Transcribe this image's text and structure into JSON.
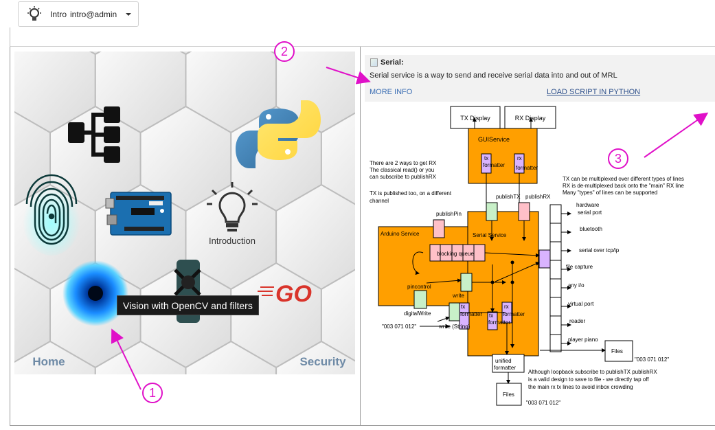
{
  "header": {
    "user_label": "Intro",
    "user_name": "intro@admin"
  },
  "tiles": {
    "introduction_label": "Introduction",
    "home_label": "Home",
    "security_label": "Security",
    "go_label": "GO"
  },
  "tooltip": "Vision with OpenCV and filters",
  "service": {
    "title": "Serial:",
    "description": "Serial service is a way to send and receive serial data into and out of MRL",
    "more_info": "MORE INFO",
    "load_script": "LOAD SCRIPT IN PYTHON"
  },
  "diagram": {
    "tx_display": "TX Display",
    "rx_display": "RX Display",
    "gui_service": "GUIService",
    "tx_fmt_1": "tx",
    "tx_fmt_2": "formatter",
    "rx_fmt_1": "rx",
    "rx_fmt_2": "formatter",
    "note_rx_1": "There are 2 ways to get RX",
    "note_rx_2": "The classical read() or you",
    "note_rx_3": "can subscribe to publishRX",
    "note_tx_1": "TX is published too, on a different",
    "note_tx_2": "channel",
    "publish_tx": "publishTX",
    "publish_rx": "publishRX",
    "publish_pin": "publishPin",
    "arduino_service": "Arduino Service",
    "serial_service": "Serial Service",
    "blocking_queue": "blocking queue",
    "pin_control": "pincontrol",
    "write": "write",
    "digital_write": "digitalWrite",
    "write_string": "write (String)",
    "data_string": "\"003 071 012\"",
    "unified_1": "unified",
    "unified_2": "formatter",
    "files": "Files",
    "note_lines_1": "TX can be multiplexed over different types of lines",
    "note_lines_2": "RX is de-multiplexed back onto the \"main\" RX line",
    "note_lines_3": "Many \"types\" of lines can be supported",
    "line_hw_1": "hardware",
    "line_hw_2": "serial port",
    "line_bt": "bluetooth",
    "line_tcp": "serial over tcp/ip",
    "line_capture": "file capture",
    "line_io": "any i/o",
    "line_virtual": "virtual port",
    "line_reader": "reader",
    "line_piano": "player piano",
    "note_loop_1": "Although loopback subscribe to publishTX publishRX",
    "note_loop_2": "is a valid design to save to file - we directly tap off",
    "note_loop_3": "the main rx tx lines to avoid inbox crowding"
  },
  "callouts": {
    "one": "1",
    "two": "2",
    "three": "3"
  },
  "colors": {
    "annotation": "#e010c8",
    "service_orange": "#ff9f00",
    "formatter_purple": "#d9b3ff",
    "pin_pink": "#ffc0c8",
    "pin_green": "#c8f0c8"
  }
}
